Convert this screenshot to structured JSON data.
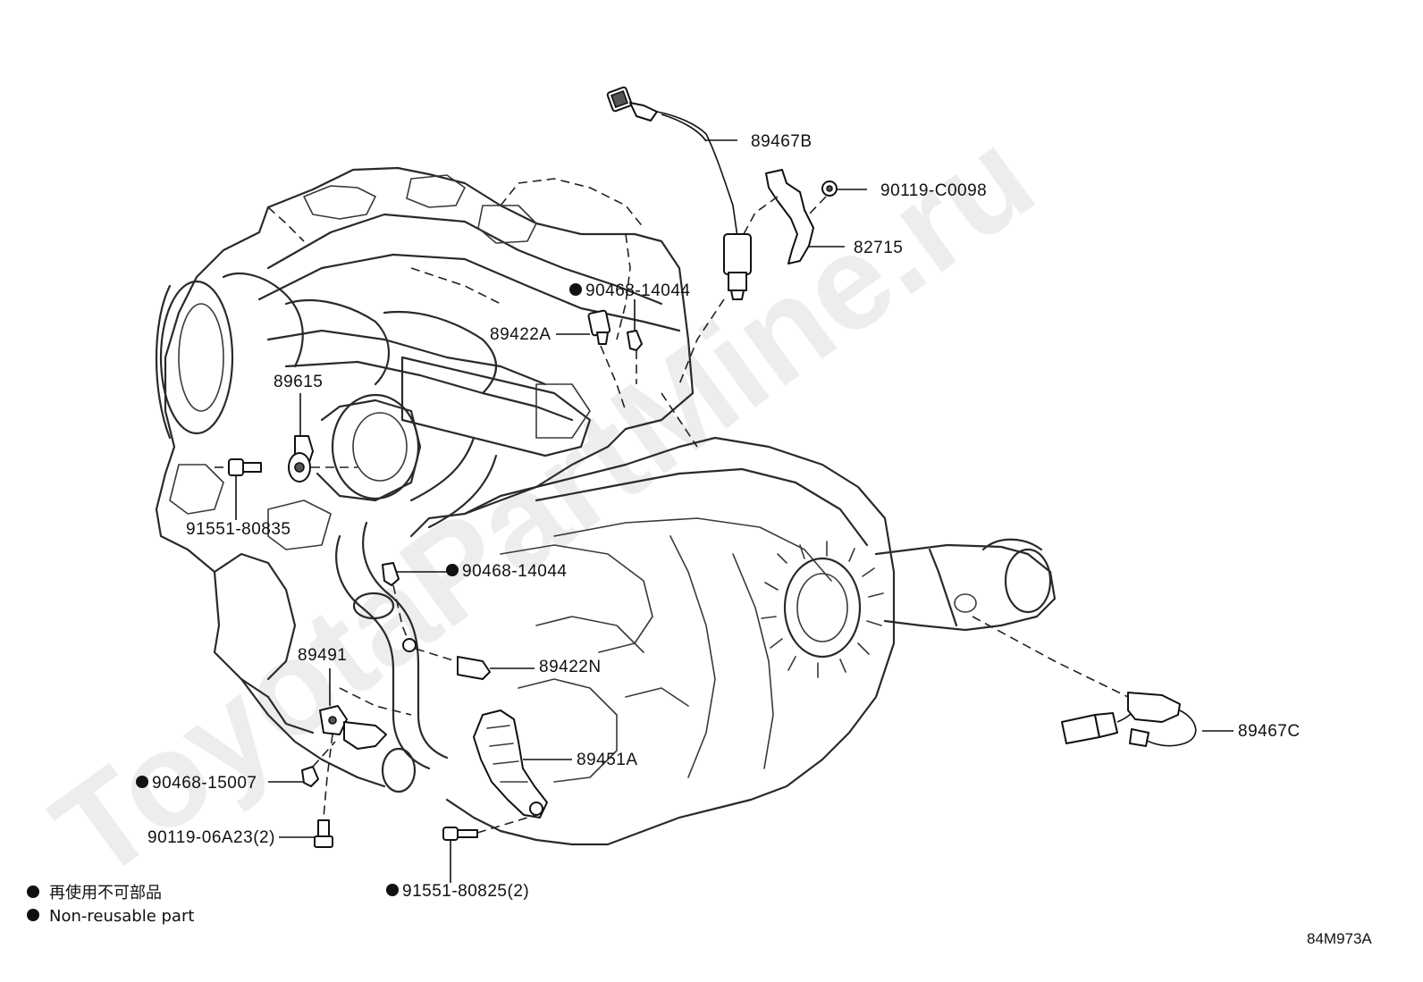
{
  "watermark": "ToyotaPartMine.ru",
  "parts": {
    "p89467b": "89467B",
    "p90119c0098": "90119-C0098",
    "p82715": "82715",
    "p90468_14044_top": "90468-14044",
    "p89422a": "89422A",
    "p89615": "89615",
    "p91551_80835": "91551-80835",
    "p90468_14044_mid": "90468-14044",
    "p89491": "89491",
    "p89422n": "89422N",
    "p89451a": "89451A",
    "p89467c": "89467C",
    "p90468_15007": "90468-15007",
    "p90119_06a23": "90119-06A23(2)",
    "p91551_80825": "91551-80825(2)"
  },
  "legend": {
    "line_jp": "再使用不可部品",
    "line_en": "Non-reusable part"
  },
  "reference_code": "84M973A"
}
